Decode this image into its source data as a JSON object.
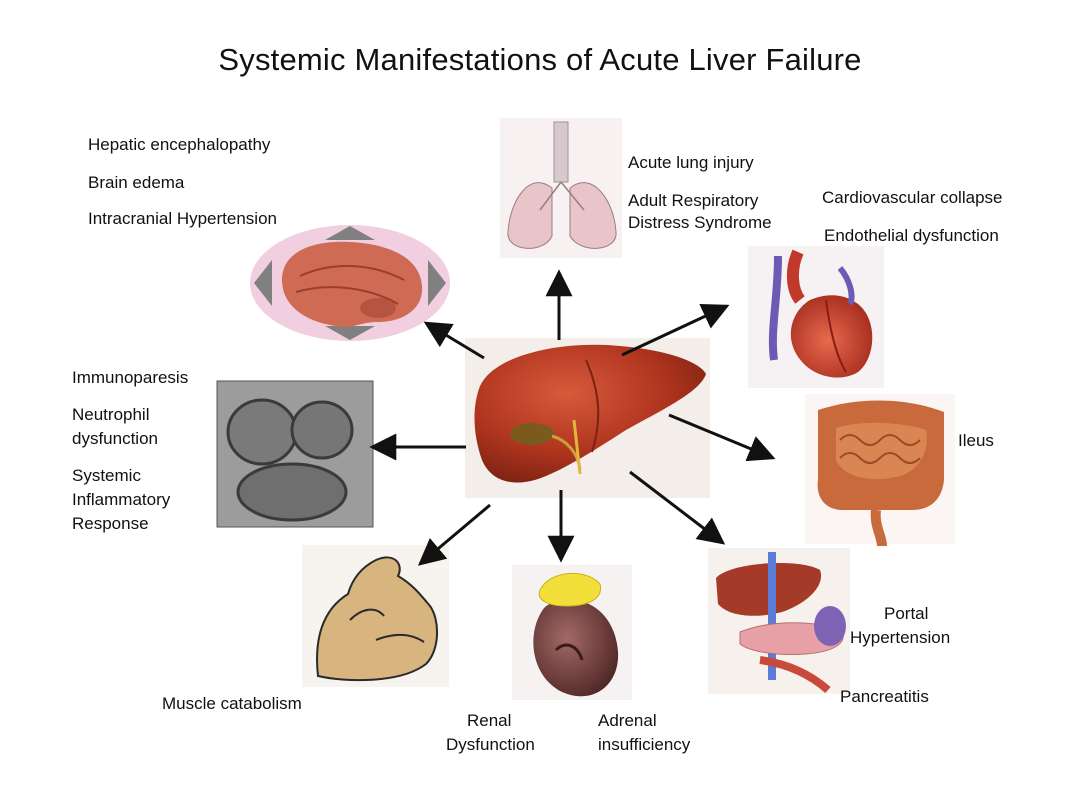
{
  "title": "Systemic Manifestations of Acute Liver Failure",
  "labels": {
    "brain": [
      "Hepatic encephalopathy",
      "Brain edema",
      "Intracranial Hypertension"
    ],
    "lung": [
      "Acute lung injury",
      "Adult Respiratory",
      "Distress Syndrome"
    ],
    "heart": [
      "Cardiovascular collapse",
      "Endothelial dysfunction"
    ],
    "immune": [
      "Immunoparesis",
      "Neutrophil",
      "dysfunction",
      "Systemic",
      "Inflammatory",
      "Response"
    ],
    "intestine": "Ileus",
    "muscle": "Muscle catabolism",
    "kidney": {
      "renal": [
        "Renal",
        "Dysfunction"
      ],
      "adrenal": [
        "Adrenal",
        "insufficiency"
      ]
    },
    "pancreas": {
      "portal": [
        "Portal",
        "Hypertension"
      ],
      "pancreatitis": "Pancreatitis"
    }
  },
  "colors": {
    "liver": "#b0351e",
    "arrow": "#111111",
    "brain_halo": "#f1cfe0",
    "lung": "#e9c4c8",
    "muscle": "#d8b57e",
    "kidney": "#6a3a3a",
    "adrenal": "#f2df3a"
  },
  "icons": [
    "liver-illustration",
    "brain-illustration",
    "lungs-illustration",
    "heart-illustration",
    "intestine-illustration",
    "cell-micrograph",
    "muscle-arm-illustration",
    "kidney-illustration",
    "pancreas-liver-illustration"
  ]
}
